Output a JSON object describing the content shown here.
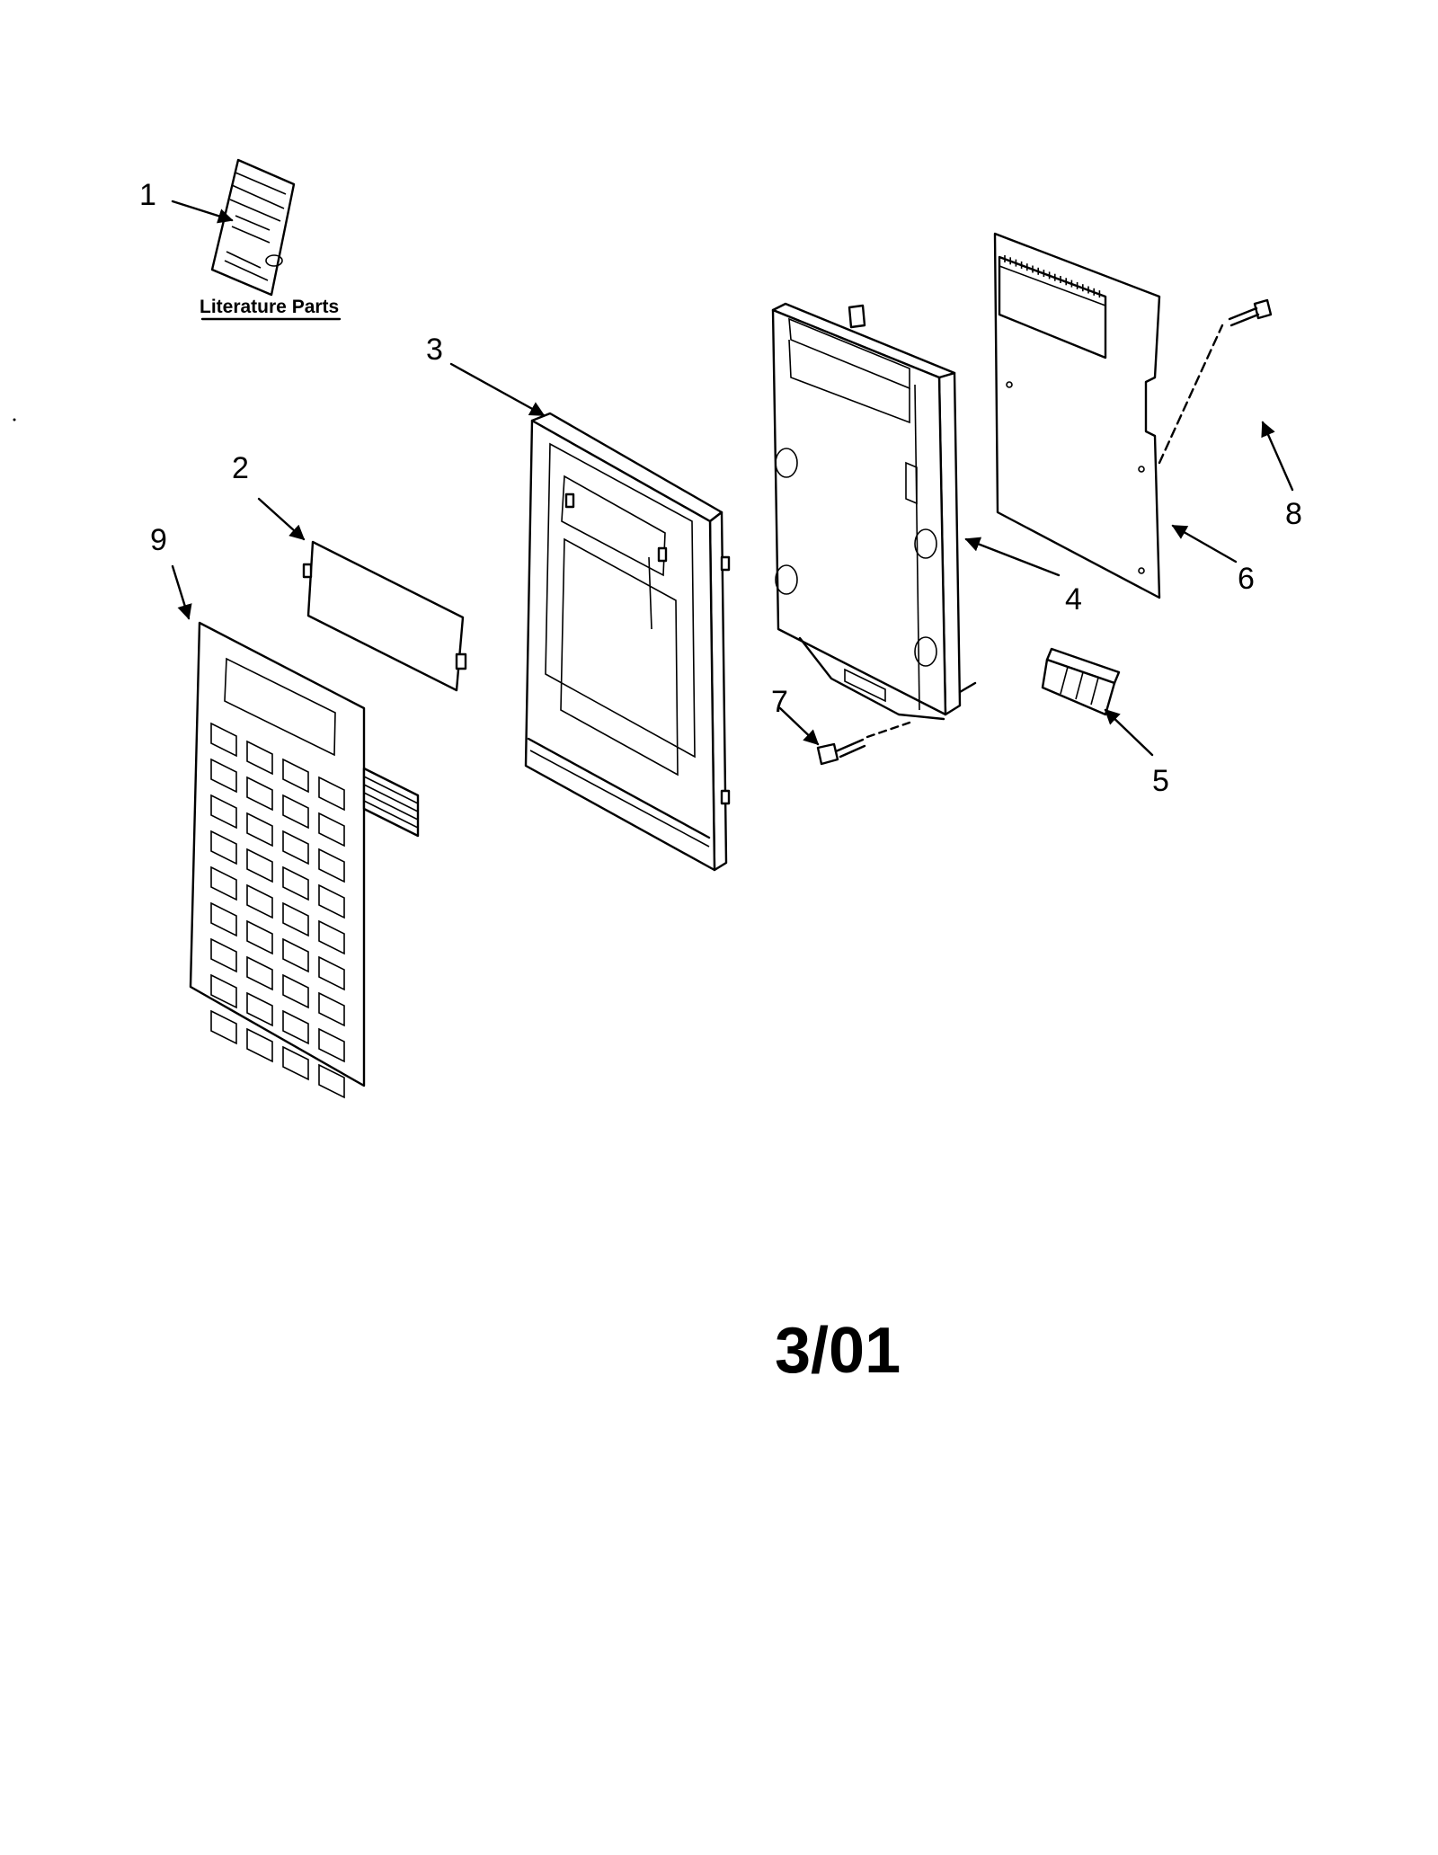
{
  "literature_label": "Literature Parts",
  "callouts": [
    {
      "id": "1",
      "label": "1"
    },
    {
      "id": "2",
      "label": "2"
    },
    {
      "id": "3",
      "label": "3"
    },
    {
      "id": "4",
      "label": "4"
    },
    {
      "id": "5",
      "label": "5"
    },
    {
      "id": "6",
      "label": "6"
    },
    {
      "id": "7",
      "label": "7"
    },
    {
      "id": "8",
      "label": "8"
    },
    {
      "id": "9",
      "label": "9"
    }
  ],
  "date_code": "3/01"
}
